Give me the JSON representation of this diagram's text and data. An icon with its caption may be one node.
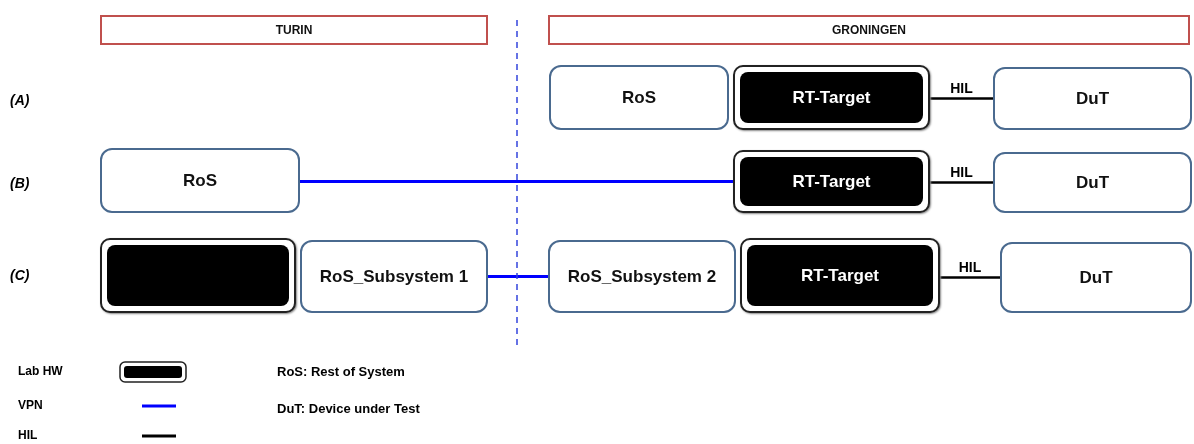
{
  "diagram": {
    "nodes": [
      {
        "text": [
          "TURIN"
        ]
      },
      {
        "text": [
          "GRONINGEN"
        ]
      },
      {
        "text": [
          "RoS"
        ]
      },
      {
        "text": [
          "RT-Target"
        ]
      },
      {
        "text": [
          "DuT"
        ]
      },
      {
        "text": [
          "RoS"
        ]
      },
      {
        "text": [
          "RT-Target"
        ]
      },
      {
        "text": [
          "DuT"
        ]
      },
      {
        "text": [],
        "shape": "box"
      },
      {
        "text": [
          "RoS_Subsystem 1"
        ]
      },
      {
        "text": [
          "RoS_Subsystem 2"
        ]
      },
      {
        "text": [
          "RT-Target"
        ]
      },
      {
        "text": [
          "DuT"
        ]
      }
    ],
    "edges": [
      {
        "from": 3,
        "to": 4,
        "arrow": "none",
        "label": "HIL"
      },
      {
        "from": 5,
        "to": 6,
        "arrow": "none",
        "color": "#0000ff"
      },
      {
        "from": 6,
        "to": 7,
        "arrow": "none",
        "label": "HIL"
      },
      {
        "from": 9,
        "to": 10,
        "arrow": "none",
        "color": "#0000ff"
      },
      {
        "from": 11,
        "to": 12,
        "arrow": "none",
        "label": "HIL"
      }
    ],
    "labels": [
      "(A)",
      "(B)",
      "(C)",
      "RoS: Rest of System",
      "DuT: Device under Test"
    ],
    "legend": [
      {
        "text": "Lab HW"
      },
      {
        "text": "VPN"
      },
      {
        "text": "HIL"
      }
    ]
  }
}
